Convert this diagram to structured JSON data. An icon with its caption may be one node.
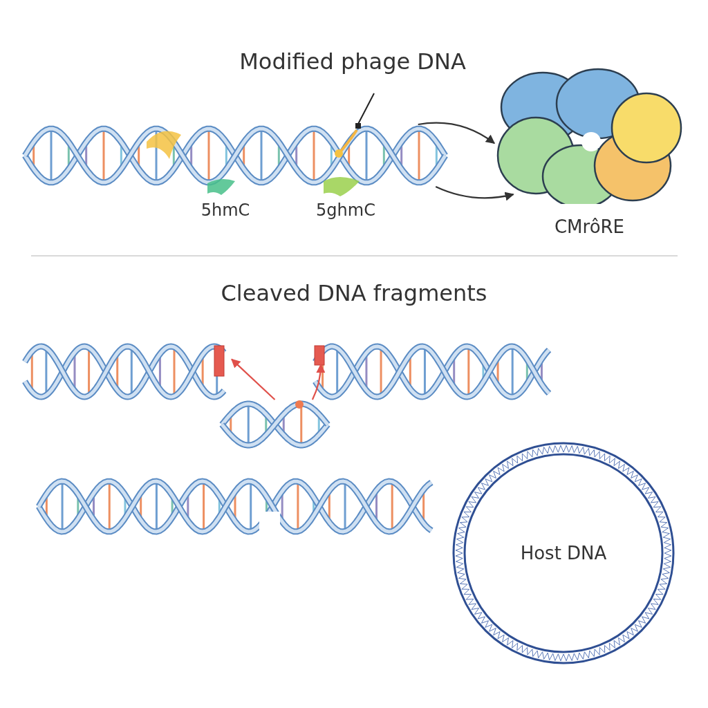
{
  "diagram": {
    "nodes": [
      {
        "text": [],
        "shape": "picture"
      },
      {
        "text": [
          "CMrôRE"
        ]
      },
      {
        "text": [],
        "shape": "picture"
      },
      {
        "text": [],
        "shape": "picture"
      },
      {
        "text": [],
        "shape": "picture"
      },
      {
        "text": [],
        "shape": "picture"
      },
      {
        "text": [
          "Host DNA"
        ]
      }
    ],
    "edges": [
      {
        "from": 0,
        "to": 1,
        "arrow": "to"
      },
      {
        "from": 0,
        "to": 1,
        "arrow": "to"
      },
      {
        "from": 4,
        "to": 2,
        "arrow": "to",
        "color": "#e0504a"
      },
      {
        "from": 4,
        "to": 3,
        "arrow": "to",
        "color": "#e0504a"
      }
    ],
    "labels": [
      "Modified phage DNA",
      "5hmC",
      "5ghmC",
      "Cleaved DNA fragments"
    ]
  }
}
